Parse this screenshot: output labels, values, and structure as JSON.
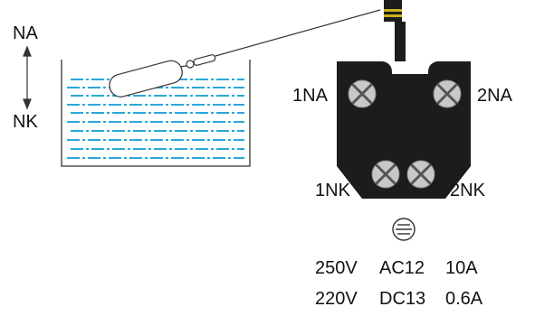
{
  "labels": {
    "na_direction": "NA",
    "nk_direction": "NK",
    "terminal_1na": "1NA",
    "terminal_2na": "2NA",
    "terminal_1nk": "1NK",
    "terminal_2nk": "2NK"
  },
  "ratings": [
    {
      "voltage": "250V",
      "category": "AC12",
      "current": "10A"
    },
    {
      "voltage": "220V",
      "category": "DC13",
      "current": "0.6A"
    }
  ],
  "icons": {
    "symbol": "insulation-class-ii-icon",
    "float": "float-bulb-icon",
    "screw": "terminal-screw-icon"
  },
  "colors": {
    "water": "#2aa8d8",
    "switch_body": "#1c1c1c",
    "cable_band": "#c9b21e"
  }
}
